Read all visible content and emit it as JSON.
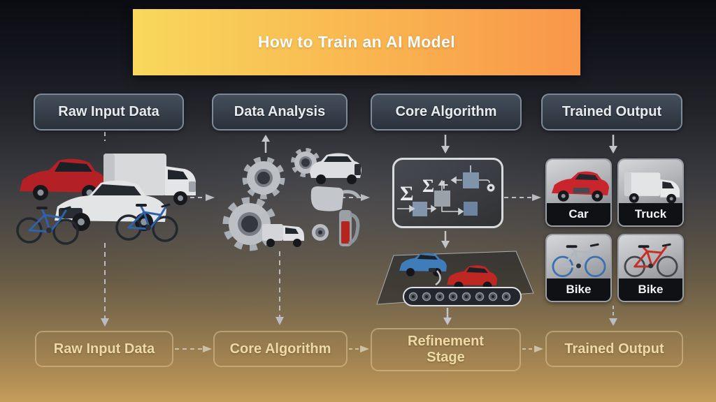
{
  "title": {
    "text": "How to Train an AI Model"
  },
  "stage_headers": [
    {
      "label": "Raw Input Data"
    },
    {
      "label": "Data Analysis"
    },
    {
      "label": "Core Algorithm"
    },
    {
      "label": "Trained Output"
    }
  ],
  "input_cluster": {
    "items": [
      "red-car",
      "white-box-truck",
      "white-sedan",
      "blue-bike",
      "blue-bike"
    ]
  },
  "analysis_cluster": {
    "items": [
      "gear-large",
      "gear-medium",
      "gear-small",
      "white-suv",
      "vehicle-parts",
      "red-jack"
    ]
  },
  "algorithm_box": {
    "symbols": [
      "Σ",
      "Σ",
      "+"
    ]
  },
  "refinement_cluster": {
    "items": [
      "blue-car",
      "red-car",
      "conveyor-belt"
    ]
  },
  "output_grid": {
    "cells": [
      {
        "label": "Car",
        "icon": "red-car-icon"
      },
      {
        "label": "Truck",
        "icon": "white-truck-icon"
      },
      {
        "label": "Bike",
        "icon": "blue-bike-icon"
      },
      {
        "label": "Bike",
        "icon": "red-bike-icon"
      }
    ]
  },
  "bottom_flow": {
    "steps": [
      {
        "label": "Raw Input Data"
      },
      {
        "label": "Core Algorithm"
      },
      {
        "label": "Refinement Stage"
      },
      {
        "label": "Trained Output"
      }
    ]
  },
  "colors": {
    "title_gradient_left": "#f8d85c",
    "title_gradient_right": "#f9964a",
    "background_top": "#0a0c12",
    "background_bottom": "#c59d5c",
    "header_text": "#e9ebee",
    "bottom_text": "#eedaa6",
    "arrow_gray": "#b9bdc2",
    "arrow_tan": "#ccc1a7",
    "red_vehicle": "#bf2722",
    "blue_vehicle": "#3f7cba"
  }
}
